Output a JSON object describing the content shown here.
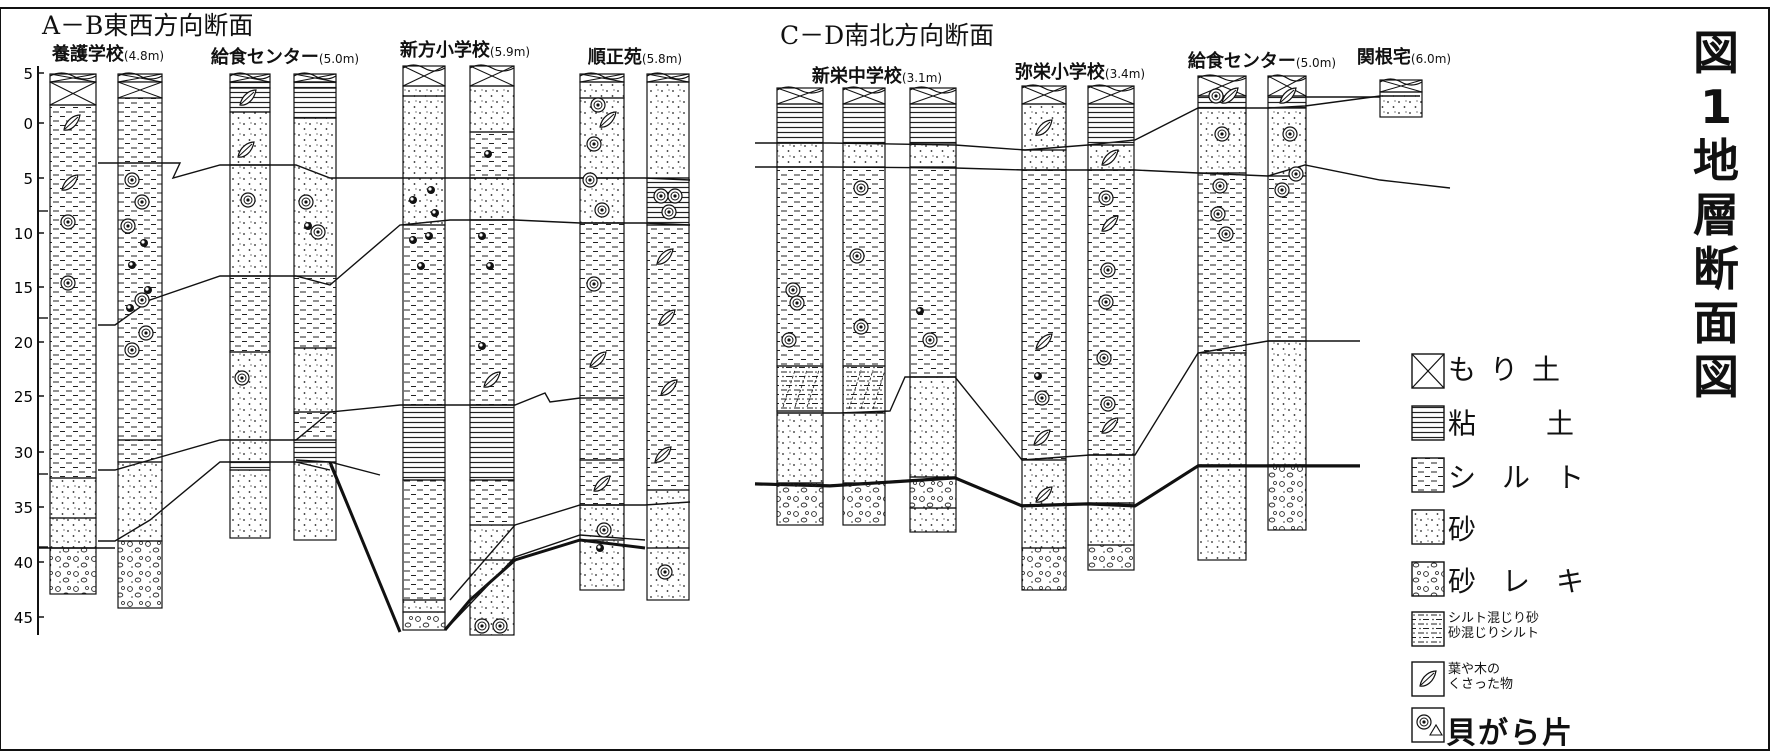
{
  "titles": {
    "ab": "A－B東西方向断面",
    "cd": "C－D南北方向断面"
  },
  "figure_title": [
    "図",
    "1",
    "地",
    "層",
    "断",
    "面",
    "図"
  ],
  "depth_ticks": [
    "5",
    "0",
    "5",
    "10",
    "15",
    "20",
    "25",
    "30",
    "35",
    "40",
    "45"
  ],
  "sites": [
    {
      "name": "養護学校",
      "elev": "(4.8m)"
    },
    {
      "name": "給食センター",
      "elev": "(5.0m)"
    },
    {
      "name": "新方小学校",
      "elev": "(5.9m)"
    },
    {
      "name": "順正苑",
      "elev": "(5.8m)"
    },
    {
      "name": "新栄中学校",
      "elev": "(3.1m)"
    },
    {
      "name": "弥栄小学校",
      "elev": "(3.4m)"
    },
    {
      "name": "給食センター",
      "elev": "(5.0m)"
    },
    {
      "name": "関根宅",
      "elev": "(6.0m)"
    }
  ],
  "legend": [
    {
      "label": "もり土",
      "icon": "fill-icon"
    },
    {
      "label": "粘土",
      "icon": "clay-icon"
    },
    {
      "label": "シルト",
      "icon": "silt-icon"
    },
    {
      "label": "砂",
      "icon": "sand-icon"
    },
    {
      "label": "砂レキ",
      "icon": "gravel-icon"
    },
    {
      "label": "シルト混じり砂",
      "label2": "砂混じりシルト",
      "icon": "mixed-icon"
    },
    {
      "label": "葉や木の",
      "label2": "くさった物",
      "icon": "leaf-icon"
    },
    {
      "label": "貝がら片",
      "icon": "shell-icon"
    }
  ]
}
